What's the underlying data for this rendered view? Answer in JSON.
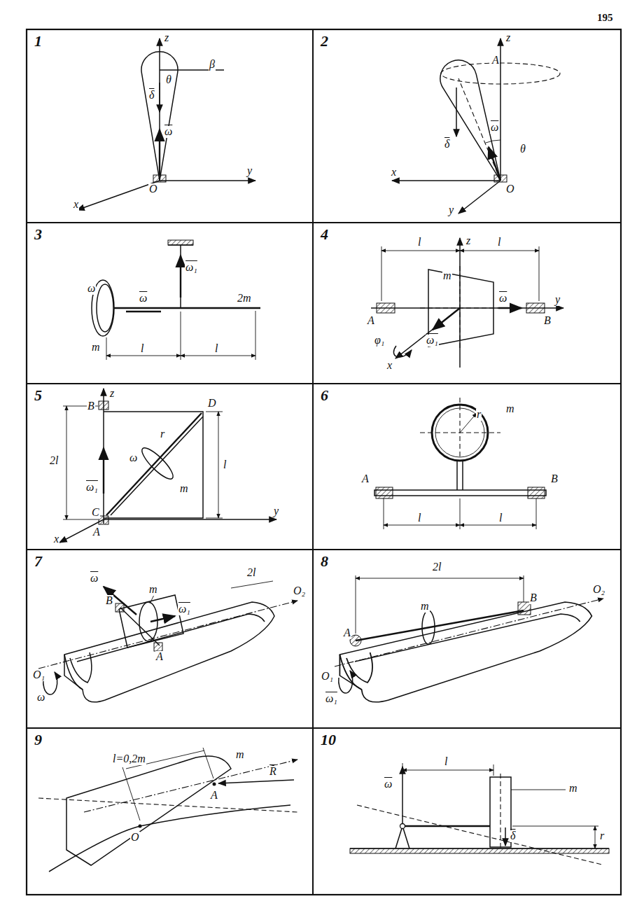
{
  "diagram": {
    "nodes": [
      {
        "text": [
          "1"
        ]
      },
      {
        "text": [
          "2"
        ]
      },
      {
        "text": [
          "3"
        ]
      },
      {
        "text": [
          "4"
        ]
      },
      {
        "text": [
          "5"
        ]
      },
      {
        "text": [
          "6"
        ]
      },
      {
        "text": [
          "7"
        ]
      },
      {
        "text": [
          "8"
        ]
      },
      {
        "text": [
          "9"
        ]
      },
      {
        "text": [
          "10"
        ]
      }
    ],
    "labels": [
      "195",
      "z",
      "β",
      "θ",
      "δ",
      "ω",
      "y",
      "x",
      "O",
      "z",
      "A",
      "δ",
      "ω",
      "θ",
      "x",
      "y",
      "O",
      "ω",
      "ω",
      "ω₁",
      "2m",
      "m",
      "l",
      "l",
      "z",
      "l",
      "l",
      "m",
      "A",
      "B",
      "y",
      "ω",
      "ω₁",
      "φ₁",
      "x",
      "z",
      "B",
      "D",
      "2l",
      "l",
      "ω₁",
      "C",
      "r",
      "ω",
      "m",
      "y",
      "x",
      "A",
      "r",
      "m",
      "A",
      "B",
      "l",
      "l",
      "ω",
      "m",
      "ω₁",
      "2l",
      "O₂",
      "O₁",
      "ω",
      "B",
      "A",
      "2l",
      "m",
      "O₂",
      "A",
      "B",
      "O₁",
      "ω₁",
      "l=0,2m",
      "m",
      "A",
      "O",
      "R",
      "l",
      "ω",
      "m",
      "δ",
      "r"
    ]
  }
}
